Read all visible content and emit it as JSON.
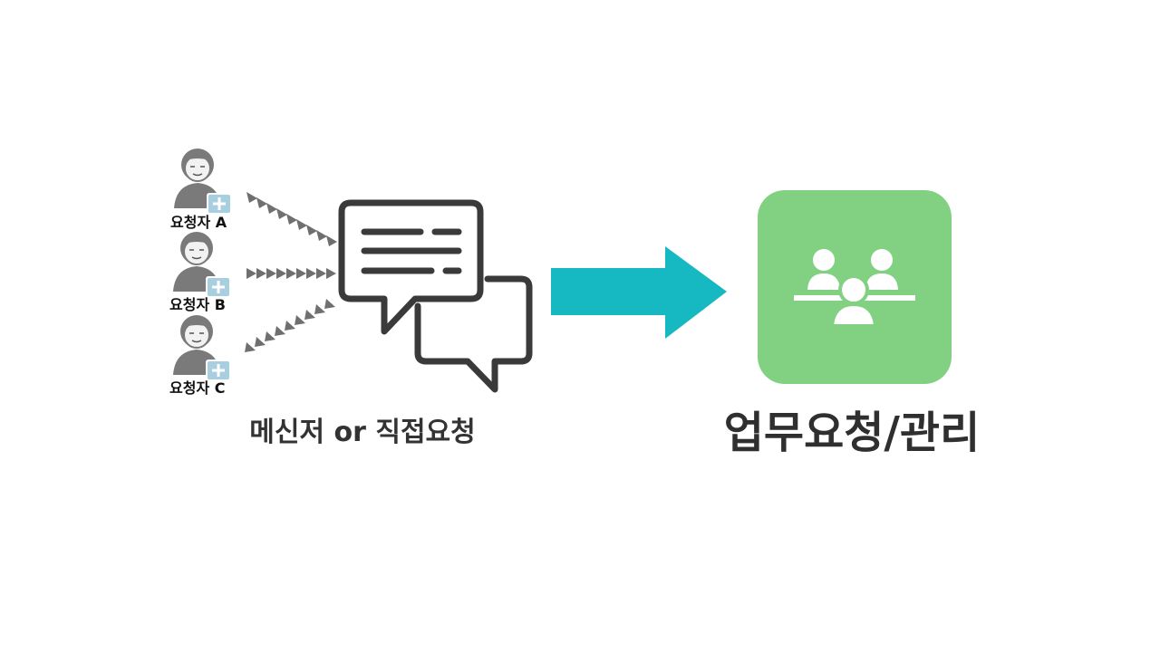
{
  "requesters": [
    {
      "label": "요청자 A"
    },
    {
      "label": "요청자 B"
    },
    {
      "label": "요청자 C"
    }
  ],
  "left_caption": "메신저 or 직접요청",
  "right_caption": "업무요청/관리",
  "icons": {
    "requester": "person-with-plus-icon",
    "messenger": "chat-bubbles-icon",
    "flow": "arrow-right-icon",
    "app": "group-users-icon"
  },
  "colors": {
    "person_gray": "#7a7a7a",
    "plus_badge": "#a8cfe0",
    "chat_outline": "#3a3a3a",
    "arrow_teal": "#16b8c2",
    "tile_green": "#82d182",
    "caption_dark": "#333333"
  }
}
